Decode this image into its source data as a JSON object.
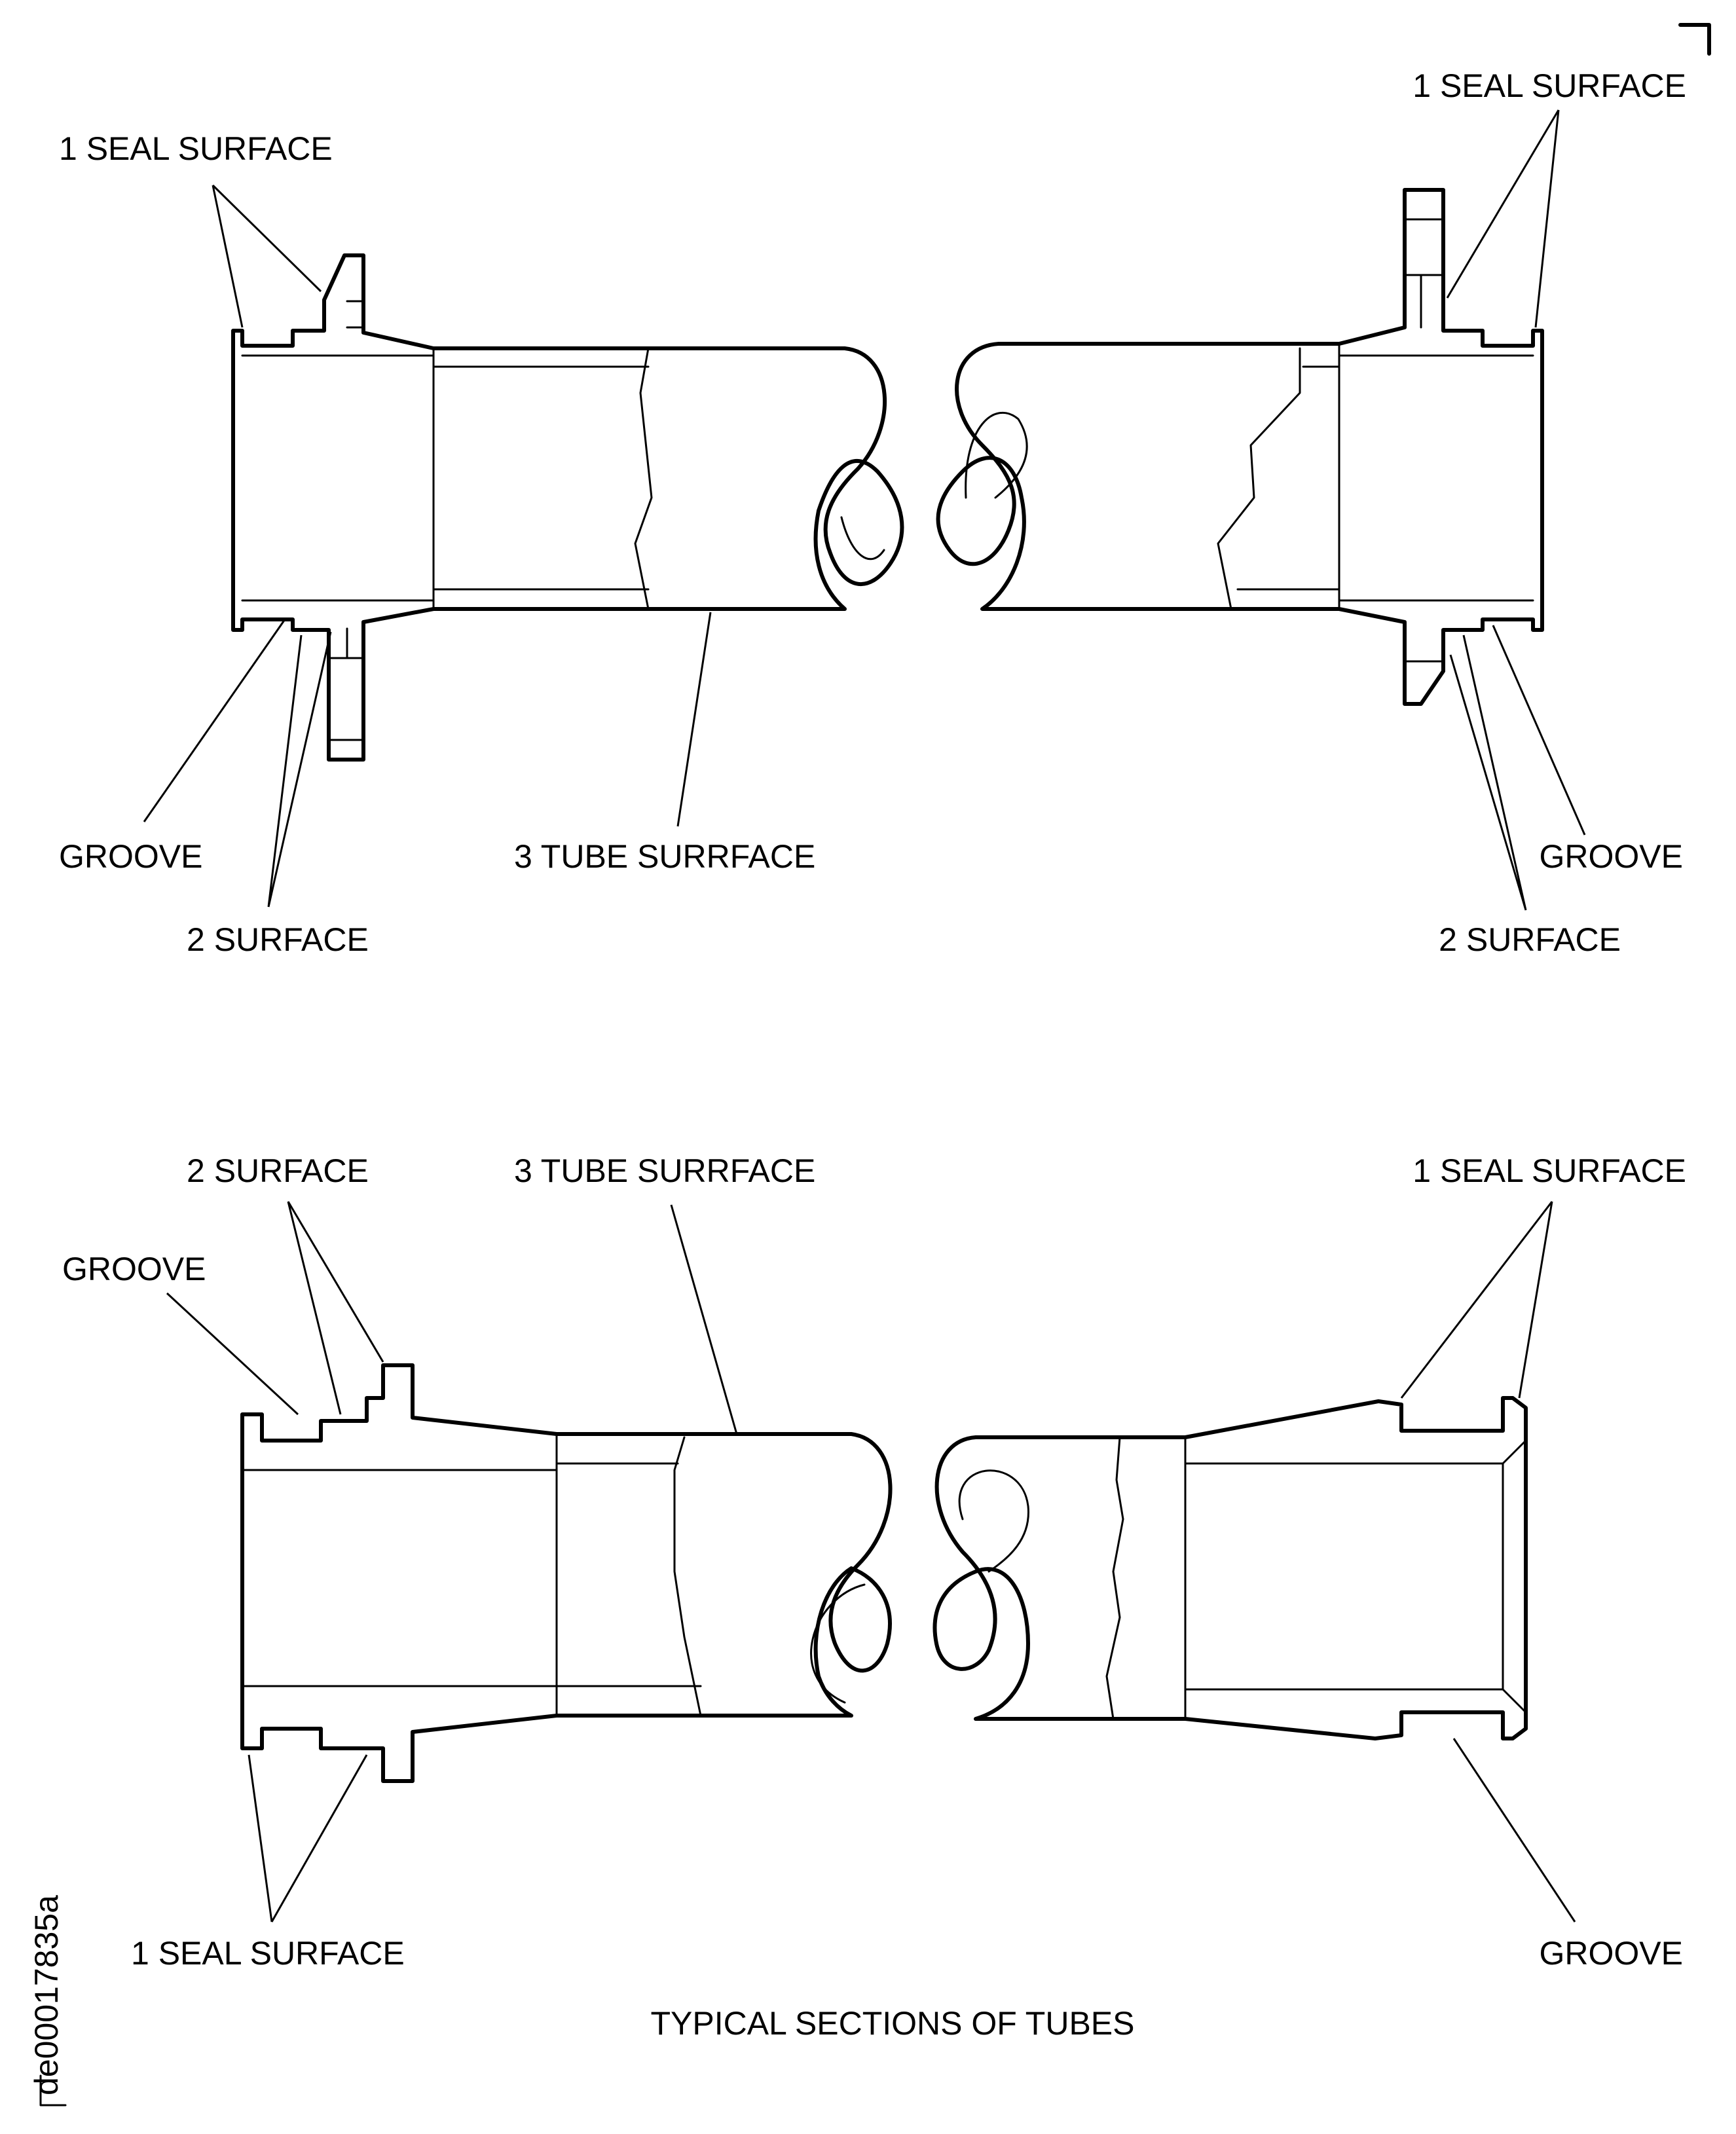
{
  "labels": {
    "tl_seal": "1 SEAL SURFACE",
    "tl_groove": "GROOVE",
    "tl_tube": "3 TUBE SURRFACE",
    "tl_surface": "2 SURFACE",
    "tr_seal": "1 SEAL SURFACE",
    "tr_groove": "GROOVE",
    "tr_surface": "2 SURFACE",
    "bl_surface": "2 SURFACE",
    "bl_tube": "3 TUBE SURRFACE",
    "bl_groove": "GROOVE",
    "bl_seal": "1 SEAL SURFACE",
    "br_seal": "1 SEAL SURFACE",
    "br_groove": "GROOVE"
  },
  "title": "TYPICAL SECTIONS OF TUBES",
  "figure_id": "de00017835a"
}
